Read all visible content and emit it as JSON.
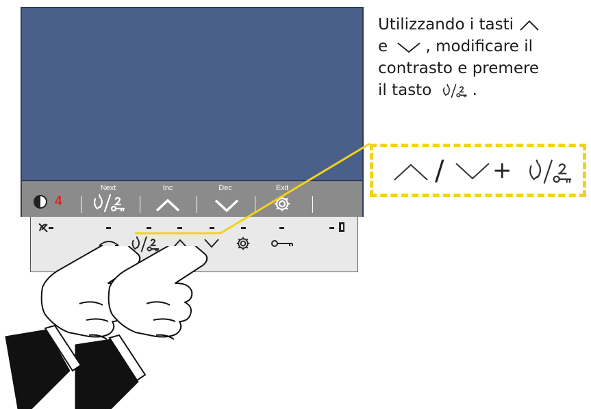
{
  "monitor": {
    "menu": {
      "contrast_value": "4",
      "labels": {
        "next": "Next",
        "inc": "Inc",
        "dec": "Dec",
        "exit": "Exit"
      }
    },
    "panel_icons": [
      "mute-icon",
      "handset-icon",
      "answer-unlock-icon",
      "up-arrow-icon",
      "down-arrow-icon",
      "settings-icon",
      "key-icon",
      "door-icon"
    ]
  },
  "instruction": {
    "line1": "Utilizzando i tasti",
    "line2_prefix": "e",
    "line2_suffix": ", modificare il",
    "line3": "contrasto e premere",
    "line4": "il tasto",
    "line4_end": "."
  },
  "combo": {
    "slash": "/",
    "plus": "+"
  },
  "colors": {
    "screen": "#4a5f8a",
    "menubar": "#8b8b8b",
    "highlight": "#f2d21b",
    "contrast_value": "#e32222"
  }
}
